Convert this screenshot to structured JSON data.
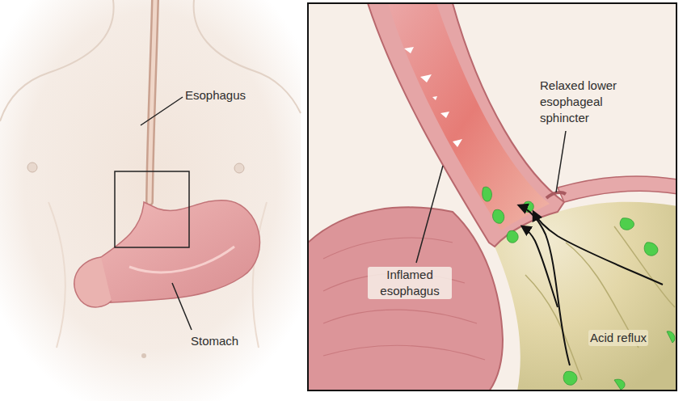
{
  "diagram": {
    "labels": [
      "Esophagus",
      "Stomach",
      "Relaxed lower esophageal sphincter",
      "Inflamed esophagus",
      "Acid reflux"
    ]
  }
}
